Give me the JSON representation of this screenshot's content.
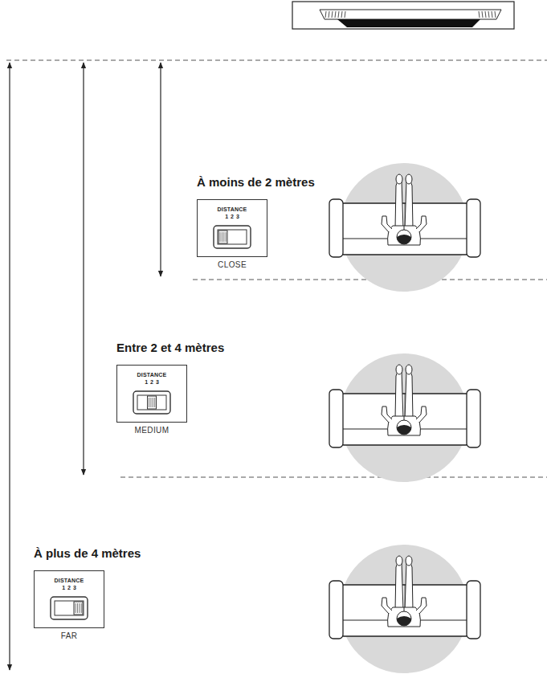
{
  "diagram": {
    "nodes": [
      {
        "text": [
          "À moins de 2 mètres",
          "DISTANCE",
          "1 2 3",
          "CLOSE"
        ]
      },
      {
        "text": [
          "Entre 2 et 4 mètres",
          "DISTANCE",
          "1 2 3",
          "MEDIUM"
        ]
      },
      {
        "text": [
          "À plus de 4 mètres",
          "DISTANCE",
          "1 2 3",
          "FAR"
        ]
      }
    ]
  }
}
